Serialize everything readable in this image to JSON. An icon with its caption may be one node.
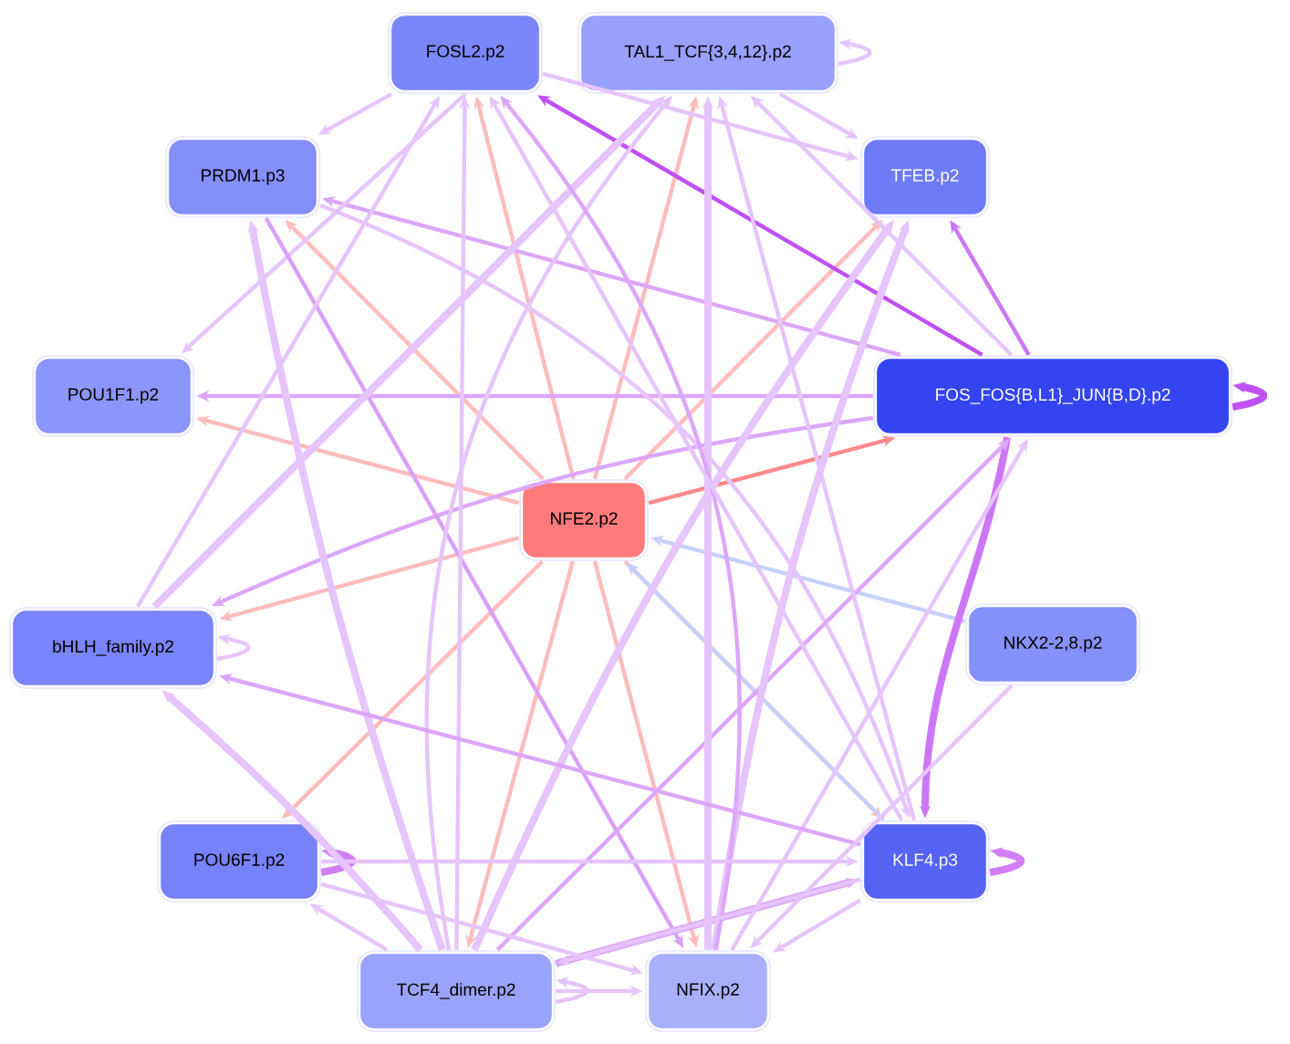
{
  "diagram": {
    "nodes": [
      {
        "text": [
          "FOSL2.p2"
        ]
      },
      {
        "text": [
          "TAL1_TCF{3,4,12}.p2"
        ]
      },
      {
        "text": [
          "PRDM1.p3"
        ]
      },
      {
        "text": [
          "TFEB.p2"
        ]
      },
      {
        "text": [
          "POU1F1.p2"
        ]
      },
      {
        "text": [
          "FOS_FOS{B,L1}_JUN{B,D}.p2"
        ]
      },
      {
        "text": [
          "NFE2.p2"
        ]
      },
      {
        "text": [
          "bHLH_family.p2"
        ]
      },
      {
        "text": [
          "NKX2-2,8.p2"
        ]
      },
      {
        "text": [
          "POU6F1.p2"
        ]
      },
      {
        "text": [
          "KLF4.p3"
        ]
      },
      {
        "text": [
          "TCF4_dimer.p2"
        ]
      },
      {
        "text": [
          "NFIX.p2"
        ]
      }
    ],
    "edges": [
      {
        "from": 6,
        "to": 0,
        "arrow": "to",
        "color": "#ffbcbc"
      },
      {
        "from": 6,
        "to": 1,
        "arrow": "to",
        "color": "#ffbcbc"
      },
      {
        "from": 6,
        "to": 2,
        "arrow": "to",
        "color": "#ffbcbc"
      },
      {
        "from": 6,
        "to": 3,
        "arrow": "to",
        "color": "#ffbcbc"
      },
      {
        "from": 6,
        "to": 4,
        "arrow": "to",
        "color": "#ffbcbc"
      },
      {
        "from": 6,
        "to": 5,
        "arrow": "to",
        "color": "#ff8a8a"
      },
      {
        "from": 6,
        "to": 7,
        "arrow": "to",
        "color": "#ffbcbc"
      },
      {
        "from": 6,
        "to": 9,
        "arrow": "to",
        "color": "#ffbcbc"
      },
      {
        "from": 6,
        "to": 10,
        "arrow": "to",
        "color": "#ffbcbc"
      },
      {
        "from": 6,
        "to": 11,
        "arrow": "to",
        "color": "#ffbcbc"
      },
      {
        "from": 6,
        "to": 12,
        "arrow": "to",
        "color": "#ffbcbc"
      },
      {
        "from": 8,
        "to": 6,
        "arrow": "to",
        "color": "#c8d0fc"
      },
      {
        "from": 10,
        "to": 6,
        "arrow": "to",
        "color": "#c8d0fc"
      },
      {
        "from": 5,
        "to": 0,
        "arrow": "to",
        "color": "#c050f5"
      },
      {
        "from": 5,
        "to": 3,
        "arrow": "to",
        "color": "#cc77f8"
      },
      {
        "from": 5,
        "to": 5,
        "arrow": "to",
        "color": "#c050f5",
        "style": "thick"
      },
      {
        "from": 5,
        "to": 10,
        "arrow": "to",
        "color": "#cc77f8",
        "style": "thick"
      },
      {
        "from": 5,
        "to": 4,
        "arrow": "to",
        "color": "#dda6fb"
      },
      {
        "from": 5,
        "to": 2,
        "arrow": "to",
        "color": "#dda6fb"
      },
      {
        "from": 5,
        "to": 7,
        "arrow": "to",
        "color": "#dda6fb"
      },
      {
        "from": 5,
        "to": 1,
        "arrow": "to"
      },
      {
        "from": 1,
        "to": 1,
        "arrow": "to"
      },
      {
        "from": 7,
        "to": 7,
        "arrow": "to"
      },
      {
        "from": 9,
        "to": 9,
        "arrow": "to",
        "color": "#d27ef8",
        "style": "thick"
      },
      {
        "from": 10,
        "to": 10,
        "arrow": "to",
        "color": "#d27ef8",
        "style": "thick"
      },
      {
        "from": 11,
        "to": 11,
        "arrow": "to"
      },
      {
        "from": 0,
        "to": 2,
        "arrow": "to"
      },
      {
        "from": 0,
        "to": 4,
        "arrow": "to"
      },
      {
        "from": 1,
        "to": 3,
        "arrow": "to"
      },
      {
        "from": 0,
        "to": 3,
        "arrow": "to"
      },
      {
        "from": 2,
        "to": 12,
        "arrow": "to",
        "color": "#d9a0fa"
      },
      {
        "from": 2,
        "to": 10,
        "arrow": "to"
      },
      {
        "from": 7,
        "to": 1,
        "arrow": "to",
        "style": "thick"
      },
      {
        "from": 7,
        "to": 0,
        "arrow": "to"
      },
      {
        "from": 11,
        "to": 2,
        "arrow": "to",
        "style": "thick"
      },
      {
        "from": 11,
        "to": 0,
        "arrow": "to"
      },
      {
        "from": 11,
        "to": 1,
        "arrow": "to"
      },
      {
        "from": 11,
        "to": 3,
        "arrow": "to",
        "style": "thick"
      },
      {
        "from": 11,
        "to": 5,
        "arrow": "to",
        "color": "#dda6fb"
      },
      {
        "from": 11,
        "to": 9,
        "arrow": "to"
      },
      {
        "from": 11,
        "to": 12,
        "arrow": "to"
      },
      {
        "from": 11,
        "to": 7,
        "arrow": "to",
        "style": "thick"
      },
      {
        "from": 11,
        "to": 10,
        "arrow": "to",
        "color": "#dda6fb",
        "style": "thick"
      },
      {
        "from": 12,
        "to": 1,
        "arrow": "to",
        "style": "thick"
      },
      {
        "from": 12,
        "to": 3,
        "arrow": "to",
        "style": "thick"
      },
      {
        "from": 12,
        "to": 0,
        "arrow": "to",
        "color": "#dda6fb"
      },
      {
        "from": 12,
        "to": 5,
        "arrow": "to"
      },
      {
        "from": 10,
        "to": 1,
        "arrow": "to"
      },
      {
        "from": 10,
        "to": 0,
        "arrow": "to"
      },
      {
        "from": 10,
        "to": 7,
        "arrow": "to",
        "color": "#dda6fb"
      },
      {
        "from": 10,
        "to": 12,
        "arrow": "to"
      },
      {
        "from": 10,
        "to": 11,
        "arrow": "to"
      },
      {
        "from": 9,
        "to": 10,
        "arrow": "to"
      },
      {
        "from": 9,
        "to": 12,
        "arrow": "to"
      },
      {
        "from": 8,
        "to": 12,
        "arrow": "to"
      }
    ]
  }
}
